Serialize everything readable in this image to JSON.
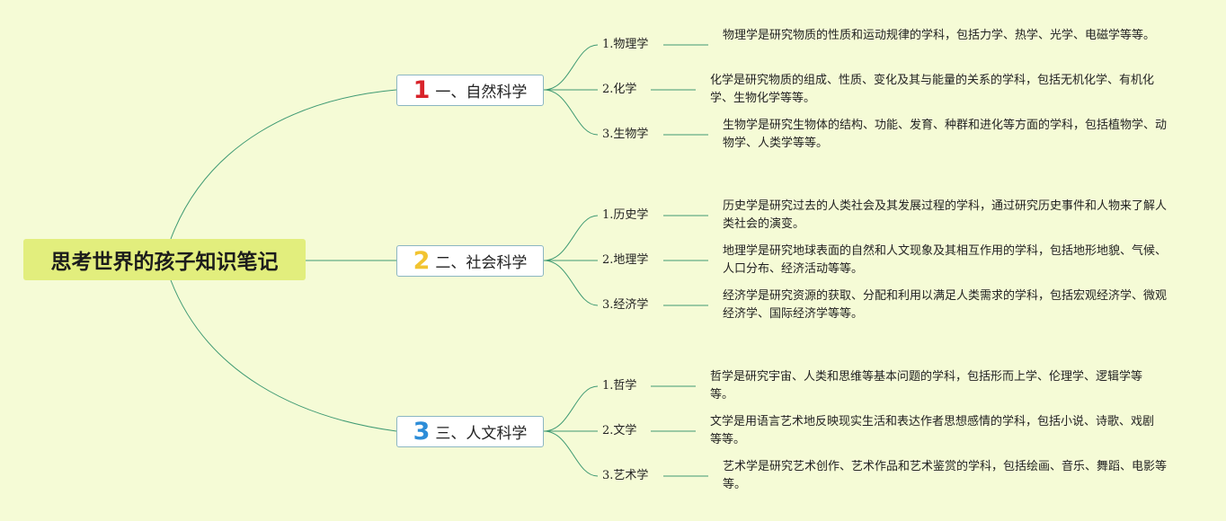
{
  "root_title": "思考世界的孩子知识笔记",
  "colors": {
    "background": "#f5fbd6",
    "root_fill": "#e2ee7d",
    "connector": "#3f9a73",
    "num1": "#d8232a",
    "num2": "#f2c431",
    "num3": "#2d8dd8"
  },
  "categories": [
    {
      "num": "1",
      "label": "一、自然科学",
      "subs": [
        {
          "label": "1.物理学",
          "desc": "物理学是研究物质的性质和运动规律的学科，包括力学、热学、光学、电磁学等等。"
        },
        {
          "label": "2.化学",
          "desc": "化学是研究物质的组成、性质、变化及其与能量的关系的学科，包括无机化学、有机化学、生物化学等等。"
        },
        {
          "label": "3.生物学",
          "desc": "生物学是研究生物体的结构、功能、发育、种群和进化等方面的学科，包括植物学、动物学、人类学等等。"
        }
      ]
    },
    {
      "num": "2",
      "label": "二、社会科学",
      "subs": [
        {
          "label": "1.历史学",
          "desc": "历史学是研究过去的人类社会及其发展过程的学科，通过研究历史事件和人物来了解人类社会的演变。"
        },
        {
          "label": "2.地理学",
          "desc": "地理学是研究地球表面的自然和人文现象及其相互作用的学科，包括地形地貌、气候、人口分布、经济活动等等。"
        },
        {
          "label": "3.经济学",
          "desc": "经济学是研究资源的获取、分配和利用以满足人类需求的学科，包括宏观经济学、微观经济学、国际经济学等等。"
        }
      ]
    },
    {
      "num": "3",
      "label": "三、人文科学",
      "subs": [
        {
          "label": "1.哲学",
          "desc": "哲学是研究宇宙、人类和思维等基本问题的学科，包括形而上学、伦理学、逻辑学等等。"
        },
        {
          "label": "2.文学",
          "desc": "文学是用语言艺术地反映现实生活和表达作者思想感情的学科，包括小说、诗歌、戏剧等等。"
        },
        {
          "label": "3.艺术学",
          "desc": "艺术学是研究艺术创作、艺术作品和艺术鉴赏的学科，包括绘画、音乐、舞蹈、电影等等。"
        }
      ]
    }
  ]
}
